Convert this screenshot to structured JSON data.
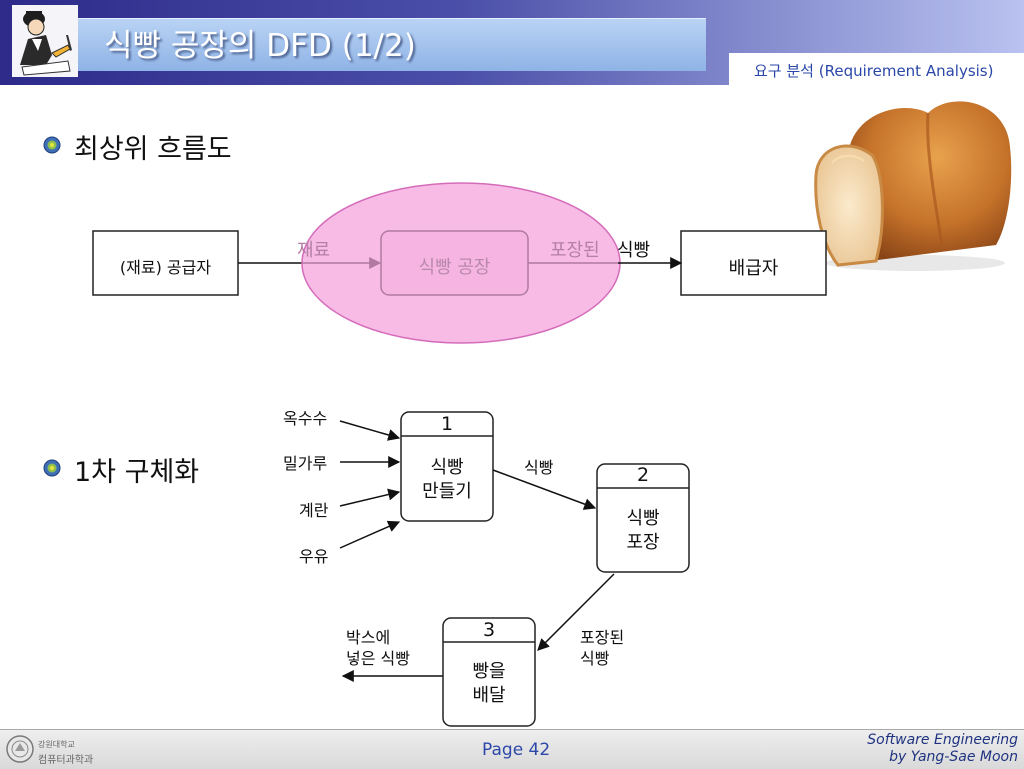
{
  "slide": {
    "title": "식빵 공장의 DFD (1/2)",
    "subtitle": "요구 분석 (Requirement Analysis)",
    "bullets": [
      "최상위 흐름도",
      "1차 구체화"
    ]
  },
  "context_diagram": {
    "supplier": "(재료) 공급자",
    "factory": "식빵 공장",
    "distributor": "배급자",
    "flow_materials": "재료",
    "flow_packaged": "포장된",
    "flow_bread": "식빵"
  },
  "level1": {
    "inputs": [
      "옥수수",
      "밀가루",
      "계란",
      "우유"
    ],
    "processes": [
      {
        "id": "1",
        "line1": "식빵",
        "line2": "만들기"
      },
      {
        "id": "2",
        "line1": "식빵",
        "line2": "포장"
      },
      {
        "id": "3",
        "line1": "빵을",
        "line2": "배달"
      }
    ],
    "flow_1_2": "식빵",
    "flow_2_3_line1": "포장된",
    "flow_2_3_line2": "식빵",
    "output_line1": "박스에",
    "output_line2": "넣은 식빵"
  },
  "footer": {
    "page": "Page 42",
    "credit_line1": "Software Engineering",
    "credit_line2": "by Yang-Sae Moon",
    "university_line1": "강원대학교",
    "university_line2": "컴퓨터과학과"
  },
  "colors": {
    "header_dark": "#3c3a94",
    "header_light": "#b7c0ef",
    "title_box": "#a8c6f0",
    "highlight_ellipse": "#f6b4e3",
    "subtitle_text": "#2a47a8"
  }
}
